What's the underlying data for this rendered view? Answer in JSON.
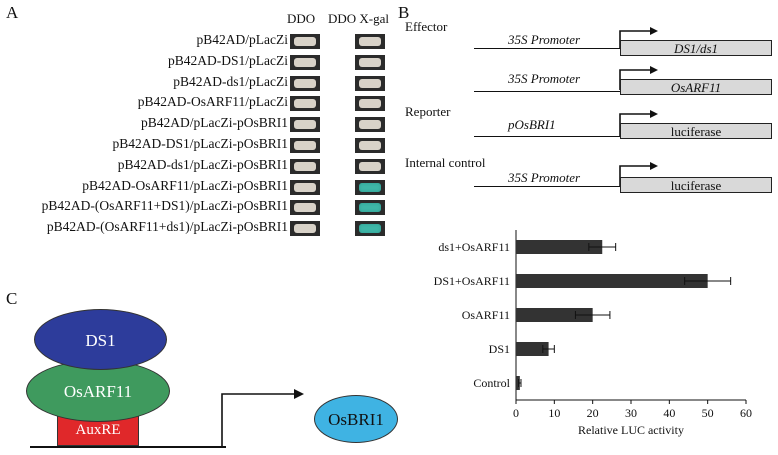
{
  "panels": {
    "a": "A",
    "b": "B",
    "c": "C"
  },
  "y2h": {
    "col_ddo": "DDO",
    "col_ddo_xgal": "DDO X-gal",
    "rows": [
      {
        "label": "pB42AD/pLacZi",
        "blue": false
      },
      {
        "label": "pB42AD-DS1/pLacZi",
        "blue": false
      },
      {
        "label": "pB42AD-ds1/pLacZi",
        "blue": false
      },
      {
        "label": "pB42AD-OsARF11/pLacZi",
        "blue": false
      },
      {
        "label": "pB42AD/pLacZi-pOsBRI1",
        "blue": false
      },
      {
        "label": "pB42AD-DS1/pLacZi-pOsBRI1",
        "blue": false
      },
      {
        "label": "pB42AD-ds1/pLacZi-pOsBRI1",
        "blue": false
      },
      {
        "label": "pB42AD-OsARF11/pLacZi-pOsBRI1",
        "blue": true
      },
      {
        "label": "pB42AD-(OsARF11+DS1)/pLacZi-pOsBRI1",
        "blue": true
      },
      {
        "label": "pB42AD-(OsARF11+ds1)/pLacZi-pOsBRI1",
        "blue": true
      }
    ],
    "colors": {
      "spot": "#d8d2c8",
      "blue_spot": "#3fb7a8",
      "cell": "#2b2b2b"
    }
  },
  "constructs": {
    "effector_title": "Effector",
    "reporter_title": "Reporter",
    "internal_title": "Internal control",
    "effector1": {
      "promoter": "35S Promoter",
      "gene": "DS1/ds1"
    },
    "effector2": {
      "promoter": "35S Promoter",
      "gene": "OsARF11"
    },
    "reporter": {
      "promoter": "pOsBRI1",
      "gene": "luciferase"
    },
    "internal": {
      "promoter": "35S Promoter",
      "gene": "luciferase"
    }
  },
  "model": {
    "ds1": "DS1",
    "osarf11": "OsARF11",
    "auxre": "AuxRE",
    "target": "OsBRI1",
    "colors": {
      "ds1": "#2d3c9b",
      "osarf11": "#3f9a5e",
      "auxre": "#e0282a",
      "target": "#3fb3e3"
    }
  },
  "chart_data": {
    "type": "bar",
    "orientation": "horizontal",
    "categories": [
      "ds1+OsARF11",
      "DS1+OsARF11",
      "OsARF11",
      "DS1",
      "Control"
    ],
    "values": [
      22.5,
      50,
      20,
      8.5,
      1
    ],
    "errors": [
      3.5,
      6,
      4.5,
      1.5,
      0.3
    ],
    "xlabel": "Relative LUC activity",
    "ylabel": "",
    "xlim": [
      0,
      60
    ],
    "xticks": [
      0,
      10,
      20,
      30,
      40,
      50,
      60
    ],
    "bar_color": "#333333",
    "grid": false
  }
}
